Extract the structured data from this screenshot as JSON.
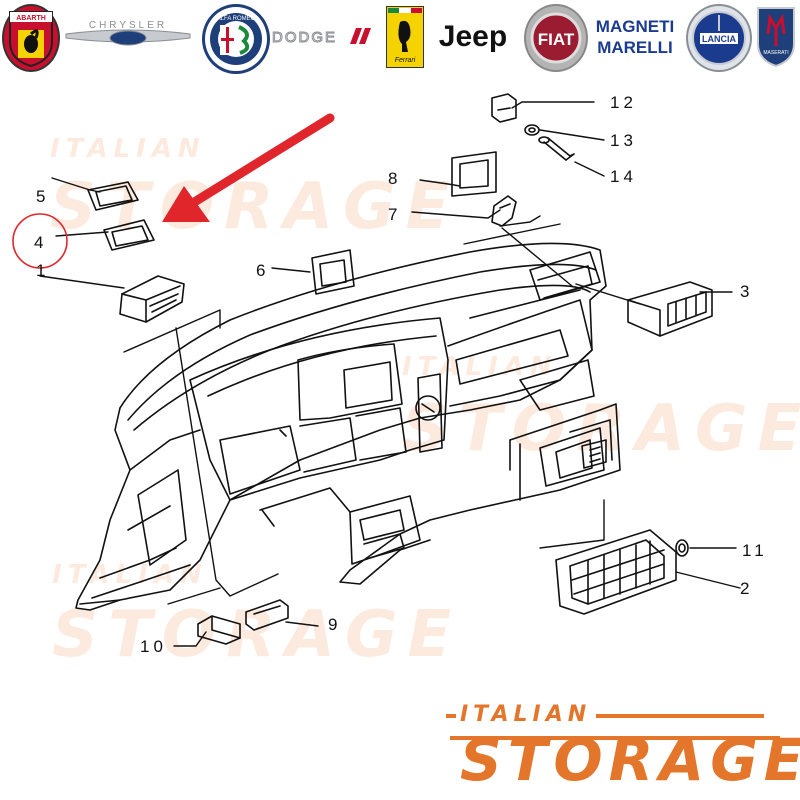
{
  "brands": [
    {
      "name": "ABARTH",
      "color": "#c8102e"
    },
    {
      "name": "CHRYSLER",
      "color": "#8a8f96"
    },
    {
      "name": "ALFA ROMEO",
      "color": "#1f3f7a"
    },
    {
      "name": "DODGE",
      "color": "#8a8f96"
    },
    {
      "name": "Ferrari",
      "color": "#f5d300"
    },
    {
      "name": "Jeep",
      "color": "#111111"
    },
    {
      "name": "FIAT",
      "color": "#9b1b30"
    },
    {
      "name": "MAGNETI MARELLI",
      "color": "#1b3b8f"
    },
    {
      "name": "LANCIA",
      "color": "#1b3b8f"
    },
    {
      "name": "MASERATI",
      "color": "#1f3f7a"
    }
  ],
  "watermark": {
    "line1": "ITALIAN",
    "line2": "STORAGE"
  },
  "callouts": {
    "c1": "1",
    "c2": "2",
    "c3": "3",
    "c4": "4",
    "c5": "5",
    "c6": "6",
    "c7": "7",
    "c8": "8",
    "c9": "9",
    "c10": "10",
    "c11": "11",
    "c12": "12",
    "c13": "13",
    "c14": "14"
  },
  "highlight": {
    "part": "4",
    "accent": "#e0262b"
  },
  "logo": {
    "top": "ITALIAN",
    "main": "STORAGE",
    "color": "#e4762b"
  }
}
